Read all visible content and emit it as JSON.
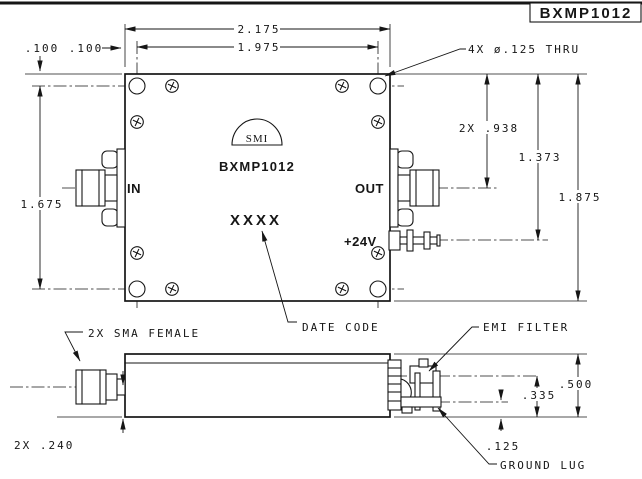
{
  "colors": {
    "ink": "#161616",
    "background": "#ffffff"
  },
  "title_block": {
    "part_number": "BXMP1012"
  },
  "top_view": {
    "labels": {
      "logo": "SMI",
      "model": "BXMP1012",
      "date_code_value": "XXXX",
      "input": "IN",
      "output": "OUT",
      "power": "+24V"
    },
    "dims": {
      "overall_width": "2.175",
      "hole_span_width": "1.975",
      "hole_offset_top": ".100",
      "hole_offset_left": ".100",
      "mounting_holes_note": "4X ø.125 THRU",
      "connector_drop": "2X .938",
      "power_drop": "1.373",
      "overall_height": "1.875",
      "hole_span_height": "1.675"
    }
  },
  "side_view": {
    "callouts": {
      "connectors": "2X SMA FEMALE",
      "date_code": "DATE CODE",
      "emi_filter": "EMI FILTER",
      "ground_lug": "GROUND LUG"
    },
    "dims": {
      "body_height": ".500",
      "emi_filter_center": ".335",
      "ground_lug_center": ".125",
      "connector_center": "2X .240"
    }
  }
}
